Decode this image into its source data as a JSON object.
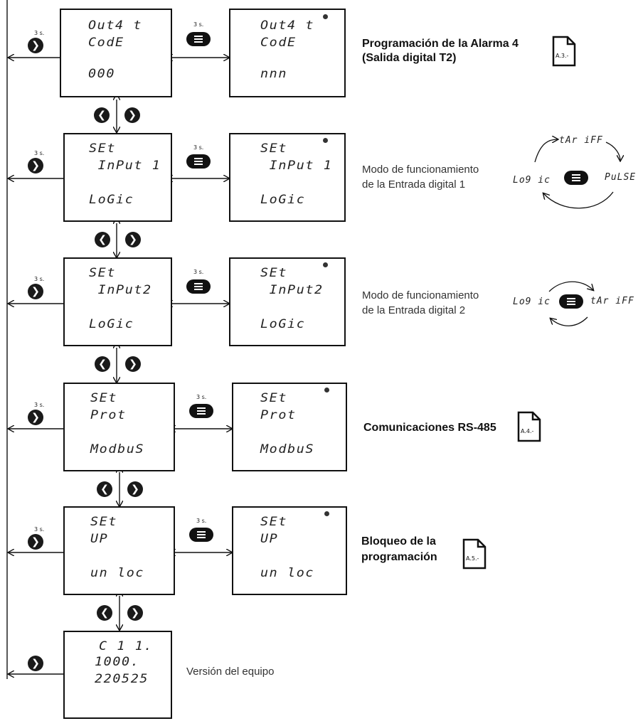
{
  "hold_label": "3 s.",
  "rows": [
    {
      "left": [
        "Out4 t",
        "CodE",
        "000"
      ],
      "right": [
        "Out4 t",
        "CodE",
        "nnn"
      ]
    },
    {
      "left": [
        "SEt",
        " InPut 1",
        "LoGic"
      ],
      "right": [
        "SEt",
        " InPut 1",
        "LoGic"
      ]
    },
    {
      "left": [
        "SEt",
        " InPut2",
        "LoGic"
      ],
      "right": [
        "SEt",
        " InPut2",
        "LoGic"
      ]
    },
    {
      "left": [
        "SEt",
        "Prot",
        "ModbuS"
      ],
      "right": [
        "SEt",
        "Prot",
        "ModbuS"
      ]
    },
    {
      "left": [
        "SEt",
        "UP",
        "un loc"
      ],
      "right": [
        "SEt",
        "UP",
        "un loc"
      ]
    }
  ],
  "version_display": [
    "C 1 1.",
    "1000.",
    "220525"
  ],
  "annotations": {
    "alarm4_title": "Programación de la Alarma 4",
    "alarm4_sub": "(Salida digital T2)",
    "alarm4_doc": "A.3.-",
    "input1_line1": "Modo de funcionamiento",
    "input1_line2": "de la Entrada digital 1",
    "input1_cycle": {
      "top": "tAr iFF",
      "left": "Lo9 ic",
      "right": "PuLSE"
    },
    "input2_line1": "Modo de funcionamiento",
    "input2_line2": "de la Entrada digital 2",
    "input2_cycle": {
      "left": "Lo9 ic",
      "right": "tAr iFF"
    },
    "comms_title": "Comunicaciones RS-485",
    "comms_doc": "A.4.-",
    "lock_line1": "Bloqueo de la",
    "lock_line2": "programación",
    "lock_doc": "A.5.-",
    "version_label": "Versión del equipo"
  }
}
